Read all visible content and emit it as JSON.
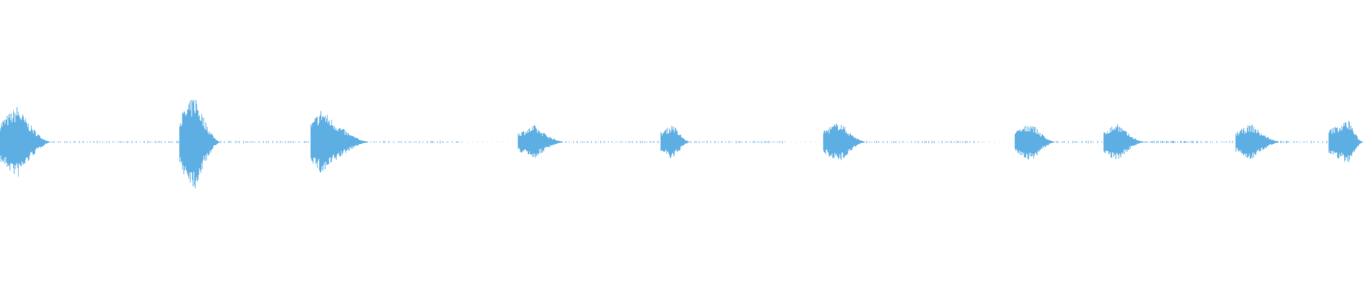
{
  "waveform": {
    "color": "#5daee3",
    "background": "#ffffff",
    "baseline": "center",
    "bursts": [
      {
        "start": 0.0,
        "peak": 0.013,
        "end": 0.038,
        "amplitude": 0.26
      },
      {
        "start": 0.132,
        "peak": 0.143,
        "end": 0.162,
        "amplitude": 0.34
      },
      {
        "start": 0.228,
        "peak": 0.236,
        "end": 0.272,
        "amplitude": 0.24
      },
      {
        "start": 0.38,
        "peak": 0.392,
        "end": 0.415,
        "amplitude": 0.12
      },
      {
        "start": 0.485,
        "peak": 0.494,
        "end": 0.507,
        "amplitude": 0.13
      },
      {
        "start": 0.604,
        "peak": 0.616,
        "end": 0.636,
        "amplitude": 0.15
      },
      {
        "start": 0.745,
        "peak": 0.757,
        "end": 0.775,
        "amplitude": 0.14
      },
      {
        "start": 0.81,
        "peak": 0.82,
        "end": 0.84,
        "amplitude": 0.14
      },
      {
        "start": 0.907,
        "peak": 0.918,
        "end": 0.94,
        "amplitude": 0.13
      },
      {
        "start": 0.975,
        "peak": 0.99,
        "end": 1.0,
        "amplitude": 0.16
      }
    ]
  }
}
